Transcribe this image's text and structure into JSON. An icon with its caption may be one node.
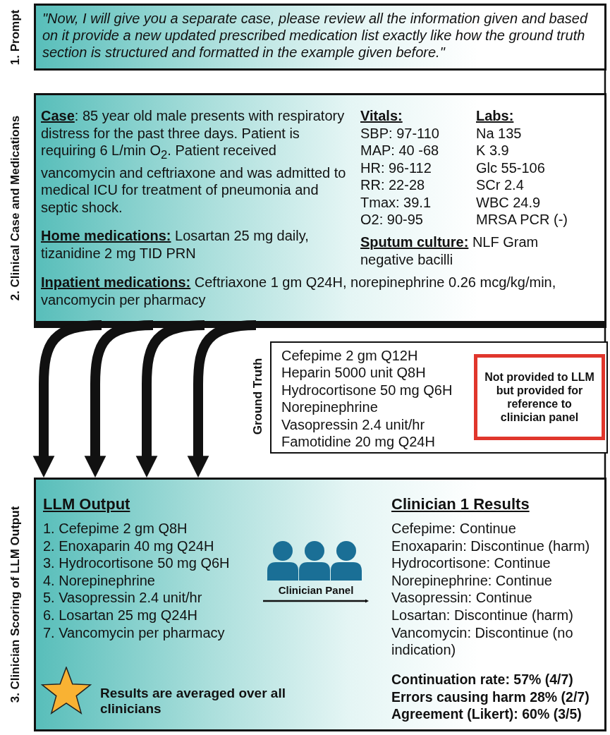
{
  "diagram": {
    "nodes": [
      {
        "text": [
          "\"Now, I will give you a separate case, please review all the information given and based on it provide a new updated prescribed medication list exactly like how the ground truth section is structured and formatted in the example given before.\""
        ],
        "beside": [
          "1. Prompt"
        ]
      },
      {
        "text": [
          "**Case**: 85 year old male presents with respiratory distress for the past three days. Patient is requiring 6 L/min O$_{2}$. Patient received vancomycin and ceftriaxone and was admitted to medical ICU for treatment of pneumonia and septic shock.",
          "Vitals:",
          "SBP: 97-110",
          "MAP: 40 -68",
          "HR: 96-112",
          "RR: 22-28",
          "Tmax: 39.1",
          "O2: 90-95",
          "Labs:",
          "Na 135",
          "K 3.9",
          "Glc 55-106",
          "SCr 2.4",
          "WBC 24.9",
          "MRSA PCR (-)",
          "**Home medications:** Losartan 25 mg daily, tizanidine 2 mg TID PRN",
          "**Sputum culture:** NLF Gram negative bacilli",
          "**Inpatient medications:** Ceftriaxone 1 gm Q24H, norepinephrine 0.26 mcg/kg/min, vancomycin per pharmacy"
        ],
        "beside": [
          "2. Clinical Case and Medications"
        ]
      },
      {
        "text": [
          "Cefepime 2 gm Q12H",
          "Heparin 5000 unit Q8H",
          "Hydrocortisone 50 mg Q6H",
          "Norepinephrine",
          "Vasopressin 2.4 unit/hr",
          "Famotidine 20 mg Q24H"
        ],
        "beside": [
          "Ground Truth"
        ]
      },
      {
        "text": [
          "Not provided to LLM but provided for reference to clinician panel"
        ],
        "in": 2
      },
      {
        "text": [
          "Results are averaged over all clinicians"
        ],
        "beside": [
          "3. Clinician Scoring of LLM Output"
        ]
      },
      {
        "text": [
          "LLM Output",
          "1. Cefepime 2 gm Q8H",
          "2. Enoxaparin 40 mg Q24H",
          "3. Hydrocortisone 50 mg Q6H",
          "4. Norepinephrine",
          "5. Vasopressin 2.4 unit/hr",
          "6. Losartan 25 mg Q24H",
          "7. Vancomycin per pharmacy"
        ],
        "in": 4
      },
      {
        "text": [
          "Clinician 1 Results",
          "Cefepime: Continue",
          "Enoxaparin: Discontinue (harm)",
          "Hydrocortisone: Continue",
          "Norepinephrine: Continue",
          "Vasopressin: Continue",
          "Losartan: Discontinue (harm)",
          "Vancomycin: Discontinue (no indication)",
          "Continuation rate: 57% (4/7)",
          "Errors causing harm 28% (2/7)",
          "Agreement (Likert): 60% (3/5)"
        ],
        "in": 4
      }
    ],
    "edges": [
      {
        "from": 0,
        "to": 1,
        "arrow": "none"
      },
      {
        "from": 1,
        "to": 4,
        "arrow": "to",
        "style": "thick"
      },
      {
        "from": 1,
        "to": 4,
        "arrow": "to",
        "style": "thick"
      },
      {
        "from": 1,
        "to": 4,
        "arrow": "to",
        "style": "thick"
      },
      {
        "from": 1,
        "to": 4,
        "arrow": "to",
        "style": "thick"
      },
      {
        "from": 1,
        "to": 2,
        "arrow": "none"
      },
      {
        "from": 2,
        "to": 4,
        "arrow": "none"
      },
      {
        "from": 5,
        "to": 6,
        "arrow": "to",
        "label": "Clinician Panel"
      }
    ]
  }
}
